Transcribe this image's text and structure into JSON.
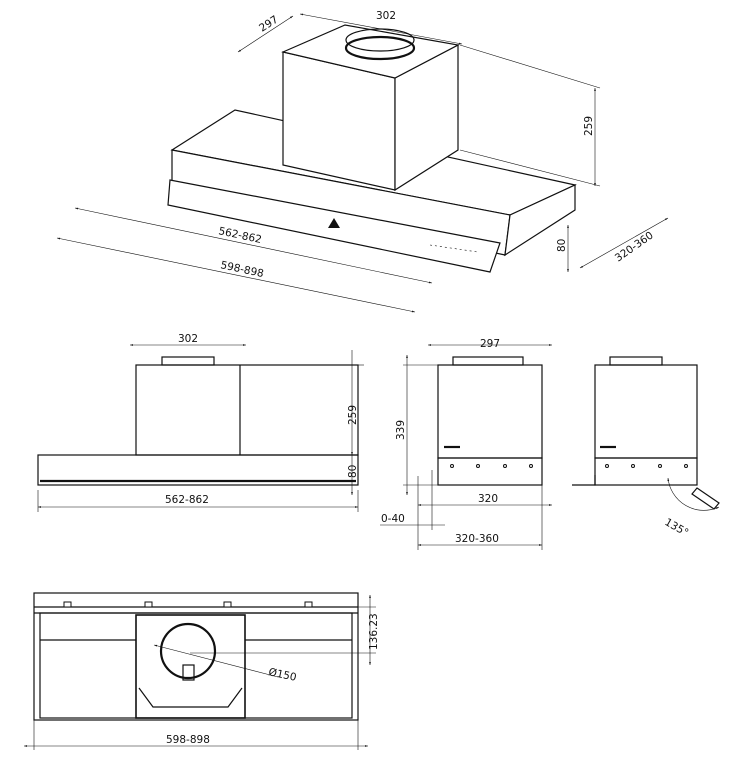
{
  "title": "Range hood dimension drawing",
  "iso_view": {
    "depth_chimney": "297",
    "width_chimney": "302",
    "height_chimney": "259",
    "width_inner": "562-862",
    "width_outer": "598-898",
    "height_base": "80",
    "depth_base": "320-360"
  },
  "front_view": {
    "width_chimney": "302",
    "height_chimney": "259",
    "height_base": "80",
    "width_inner": "562-862"
  },
  "side_view": {
    "depth_chimney": "297",
    "height_total": "339",
    "depth": "320",
    "offset": "0-40",
    "depth_range": "320-360"
  },
  "side_view_open": {
    "angle": "135°"
  },
  "bottom_view": {
    "outlet_offset": "136.23",
    "outlet_diameter": "Ø150",
    "width_outer": "598-898"
  }
}
